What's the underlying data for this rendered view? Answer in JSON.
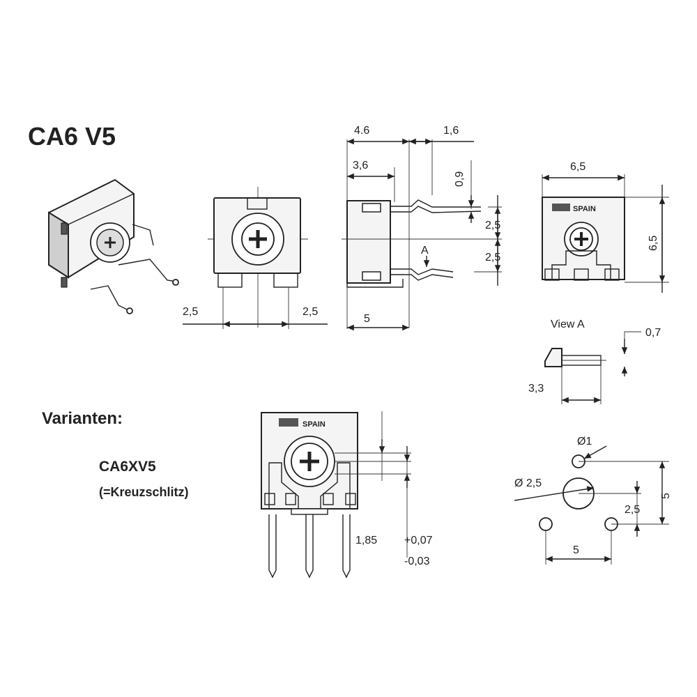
{
  "title": "CA6 V5",
  "front_view": {
    "dim_left": "2,5",
    "dim_right": "2,5"
  },
  "side_view": {
    "dim_4_6": "4.6",
    "dim_1_6": "1,6",
    "dim_3_6": "3,6",
    "dim_0_9": "0,9",
    "dim_2_5_a": "2,5",
    "dim_2_5_b": "2,5",
    "view_marker": "A",
    "dim_5": "5"
  },
  "rear_view": {
    "dim_width": "6,5",
    "dim_height": "6,5",
    "logo_text": "SPAIN"
  },
  "view_a": {
    "label": "View A",
    "dim_0_7": "0,7",
    "dim_3_3": "3,3"
  },
  "variants": {
    "heading": "Varianten:",
    "model": "CA6XV5",
    "note": "(=Kreuzschlitz)",
    "logo_text": "SPAIN",
    "dim_1_85": "1,85",
    "tol_plus": "+0,07",
    "tol_minus": "-0,03"
  },
  "footprint": {
    "dia_1": "Ø1",
    "dia_2_5": "Ø 2,5",
    "dim_5_v": "5",
    "dim_2_5": "2,5",
    "dim_5_h": "5"
  }
}
